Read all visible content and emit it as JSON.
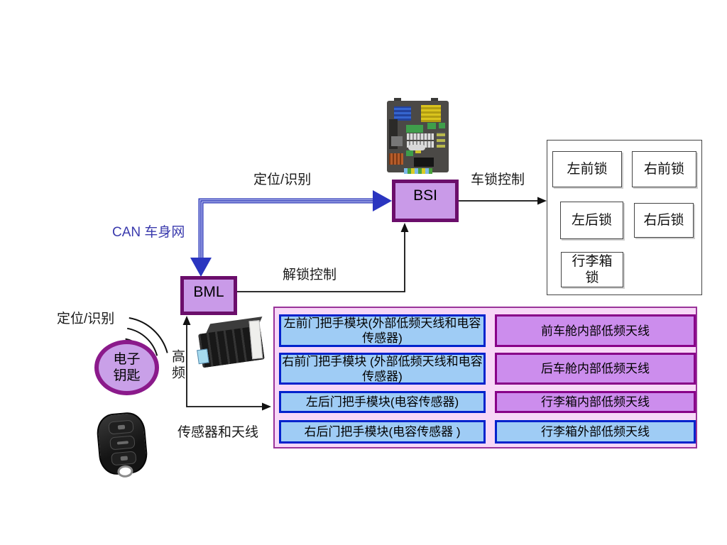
{
  "labels": {
    "positioning_top": "定位/识别",
    "car_lock_control": "车锁控制",
    "unlock_control": "解锁控制",
    "can_bus": "CAN 车身网",
    "positioning_left": "定位/识别",
    "high_freq": "高频",
    "sensors_antennas": "传感器和天线"
  },
  "nodes": {
    "bsi": "BSI",
    "bml": "BML",
    "key": "电子钥匙"
  },
  "locks": {
    "items": [
      "左前锁",
      "右前锁",
      "左后锁",
      "右后锁",
      "行李箱锁"
    ]
  },
  "table": {
    "left_column": [
      "左前门把手模块(外部低频天线和电容传感器)",
      "右前门把手模块 (外部低频天线和电容传感器)",
      "左后门把手模块(电容传感器)",
      "右后门把手模块(电容传感器 )"
    ],
    "right_column": [
      "前车舱内部低频天线",
      "后车舱内部低频天线",
      "行李箱内部低频天线",
      "行李箱外部低频天线"
    ]
  },
  "colors": {
    "node_fill": "#c99ae8",
    "node_border": "#6b0e6b",
    "blue_arrow": "#2d38b8",
    "can_label_text": "#3a3aad",
    "table_bg": "#f7d7f7",
    "table_border": "#993399",
    "blue_cell_fill": "#9fccf5",
    "blue_cell_border": "#0022cc",
    "violet_cell_fill": "#cc8ded",
    "violet_cell_border": "#880088"
  }
}
